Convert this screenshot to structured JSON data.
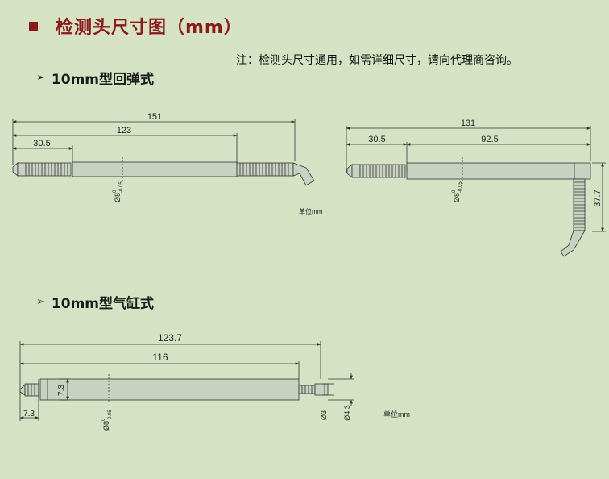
{
  "header": {
    "title": "检测头尺寸图（mm）"
  },
  "note": "注：检测头尺寸通用，如需详细尺寸，请向代理商咨询。",
  "section1": {
    "title": "10mm型回弹式",
    "left": {
      "d_total": "151",
      "d_mid": "123",
      "d_tip": "30.5",
      "dia": "Ø8"
    },
    "right": {
      "d_total": "131",
      "d_tip": "30.5",
      "d_body": "92.5",
      "dia": "Ø8",
      "height": "37.7"
    },
    "unit": "单位mm"
  },
  "section2": {
    "title": "10mm型气缸式",
    "d_total": "123.7",
    "d_mid": "116",
    "d_tip": "7.3",
    "d_neck": "7.3",
    "dia": "Ø8",
    "d_hose": "Ø3",
    "d_end": "Ø4.3",
    "unit": "单位mm"
  },
  "tolerance": {
    "upper": "0",
    "lower": "-0.05"
  },
  "colors": {
    "background": "#d5e3c4",
    "title": "#8b1a1a"
  }
}
